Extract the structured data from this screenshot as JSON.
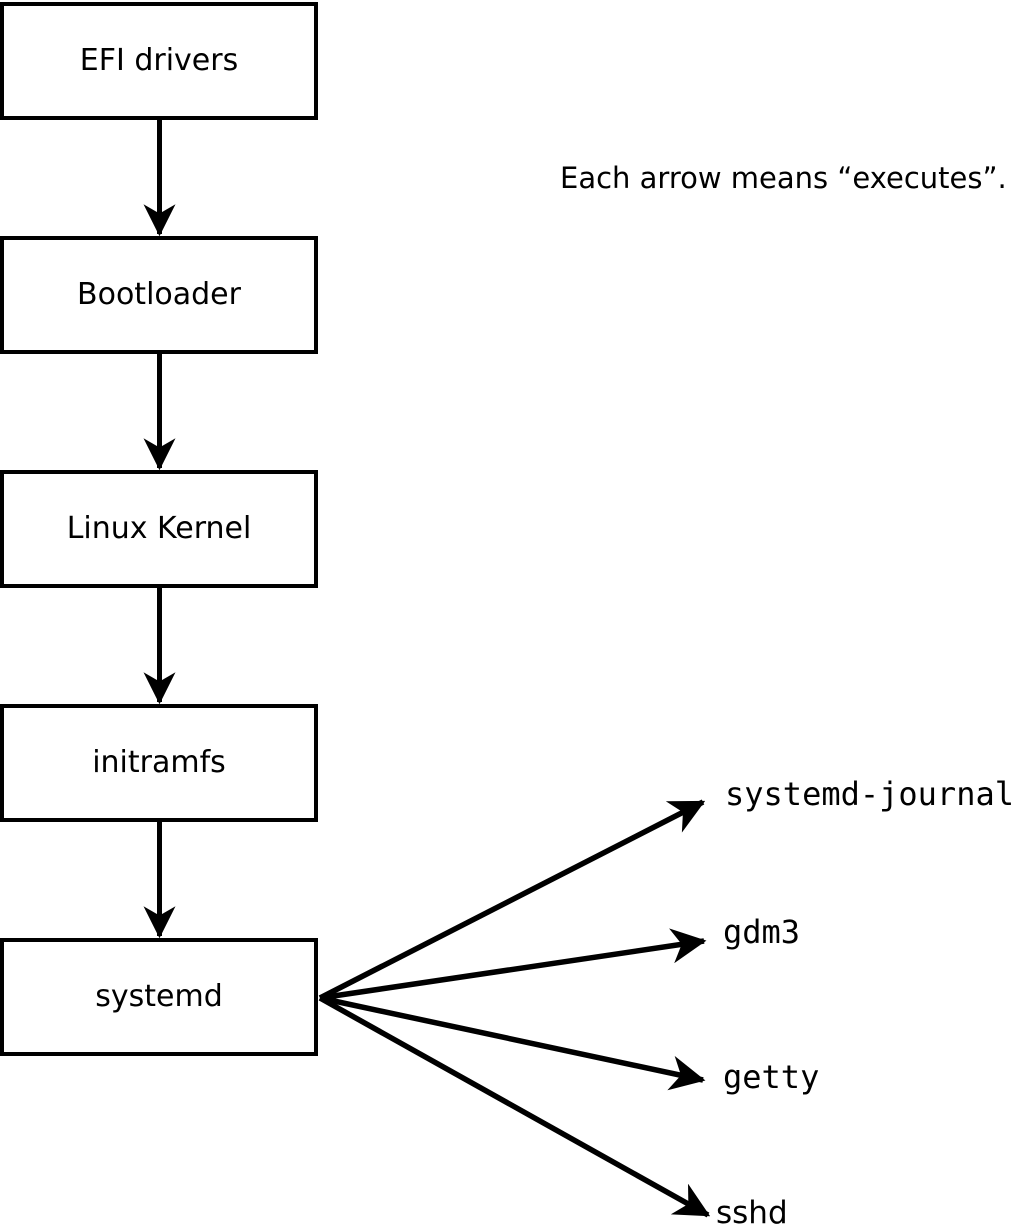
{
  "diagram": {
    "note": "Each arrow means “executes”.",
    "arrow_relation": "executes",
    "chain": [
      {
        "id": "efi-drivers",
        "label": "EFI drivers"
      },
      {
        "id": "bootloader",
        "label": "Bootloader"
      },
      {
        "id": "linux-kernel",
        "label": "Linux Kernel"
      },
      {
        "id": "initramfs",
        "label": "initramfs"
      },
      {
        "id": "systemd",
        "label": "systemd"
      }
    ],
    "spawned_processes": [
      {
        "id": "systemd-journal",
        "label": "systemd-journal"
      },
      {
        "id": "gdm3",
        "label": "gdm3"
      },
      {
        "id": "getty",
        "label": "getty"
      },
      {
        "id": "sshd",
        "label": "sshd"
      }
    ],
    "edges": [
      {
        "from": "EFI drivers",
        "to": "Bootloader",
        "relation": "executes"
      },
      {
        "from": "Bootloader",
        "to": "Linux Kernel",
        "relation": "executes"
      },
      {
        "from": "Linux Kernel",
        "to": "initramfs",
        "relation": "executes"
      },
      {
        "from": "initramfs",
        "to": "systemd",
        "relation": "executes"
      },
      {
        "from": "systemd",
        "to": "systemd-journal",
        "relation": "executes"
      },
      {
        "from": "systemd",
        "to": "gdm3",
        "relation": "executes"
      },
      {
        "from": "systemd",
        "to": "getty",
        "relation": "executes"
      },
      {
        "from": "systemd",
        "to": "sshd",
        "relation": "executes"
      }
    ],
    "colors": {
      "line": "#000000",
      "box_fill": "#ffffff",
      "background": "#ffffff",
      "text": "#000000"
    }
  }
}
